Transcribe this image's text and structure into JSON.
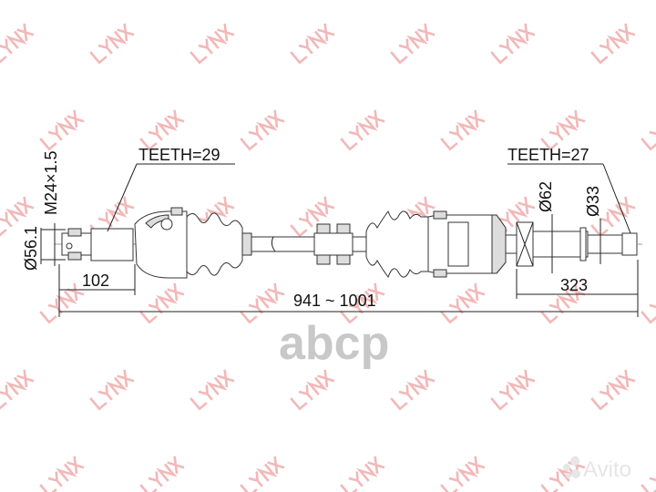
{
  "brand_watermark": "LYNX",
  "center_logo": "abcp",
  "corner_logo": "Avito",
  "labels": {
    "teeth_left": "TEETH=29",
    "teeth_right": "TEETH=27",
    "thread": "M24×1.5",
    "dia_left": "Ø56.1",
    "len_left": "102",
    "total_length": "941 ~ 1001",
    "dia_62": "Ø62",
    "dia_33": "Ø33",
    "len_right": "323"
  },
  "colors": {
    "watermark": "#f2b8b8",
    "line": "#222222",
    "logo": "#c8c8c8"
  }
}
